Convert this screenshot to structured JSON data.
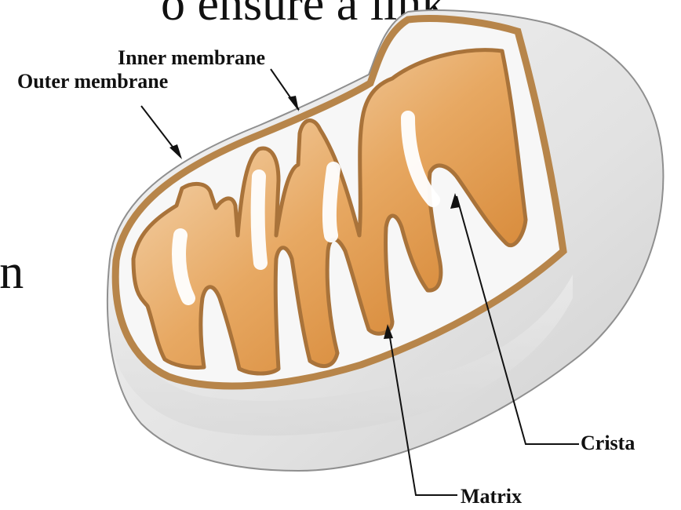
{
  "slide_fragments": {
    "top": "o ensure a link",
    "left": "in"
  },
  "labels": {
    "inner_membrane": "Inner membrane",
    "outer_membrane": "Outer membrane",
    "crista": "Crista",
    "matrix": "Matrix"
  },
  "colors": {
    "outer_shell": "#e4e4e4",
    "membrane": "#c8924f",
    "matrix_light": "#f7e2c6",
    "matrix_dark": "#d8862f"
  }
}
